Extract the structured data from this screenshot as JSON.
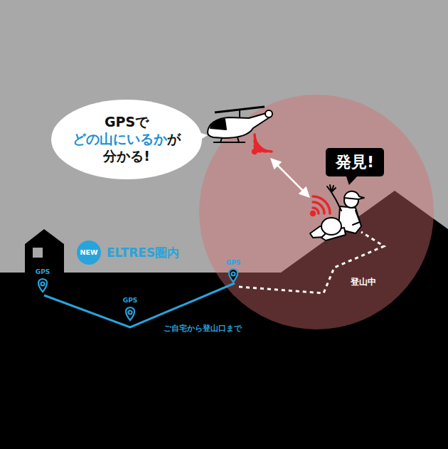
{
  "diagram": {
    "nodes": [
      {
        "text": [
          "GPSで",
          "どの山にいるか",
          "が",
          "分かる!"
        ]
      },
      {
        "text": [
          "発見!"
        ]
      },
      {
        "text": [
          "NEW"
        ]
      }
    ],
    "labels": [
      "ELTRES圏内",
      "GPS",
      "GPS",
      "GPS",
      "ご自宅から登山口まで",
      "登山中"
    ]
  }
}
